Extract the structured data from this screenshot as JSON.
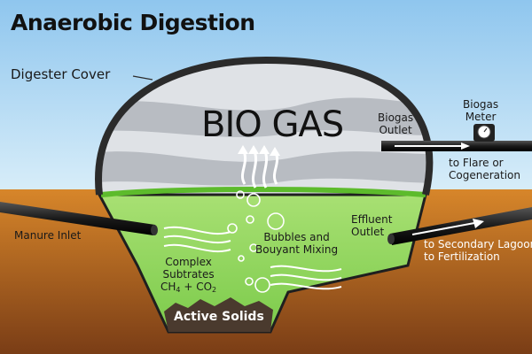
{
  "title": "Anaerobic Digestion",
  "labels": {
    "digester_cover": "Digester Cover",
    "bio_gas": "BIO GAS",
    "biogas_meter_line1": "Biogas",
    "biogas_meter_line2": "Meter",
    "biogas_outlet_line1": "Biogas",
    "biogas_outlet_line2": "Outlet",
    "to_flare_line1": "to Flare or",
    "to_flare_line2": "Cogeneration",
    "manure_inlet": "Manure Inlet",
    "effluent_outlet_line1": "Effluent",
    "effluent_outlet_line2": "Outlet",
    "secondary_lagoon_line1": "to Secondary Lagoon",
    "secondary_lagoon_line2": "to Fertilization",
    "bubbles_line1": "Bubbles and",
    "bubbles_line2": "Bouyant Mixing",
    "complex_line1": "Complex",
    "complex_line2": "Subtrates",
    "ch4_base": "CH",
    "ch4_sub": "4",
    "plus": " + ",
    "co2_base": "CO",
    "co2_sub": "2",
    "active_solids": "Active Solids"
  },
  "colors": {
    "sky_top": "#8fc6ee",
    "sky_bottom": "#d9eef9",
    "soil_top": "#d7862a",
    "soil_bottom": "#7a3d16",
    "cover_outline": "#2b2b2b",
    "gas_gray": "#b8bcc2",
    "liquid_green": "#9fdc6a",
    "liquid_surface": "#5dbb2c",
    "solids": "#4a3a2e",
    "pipe": "#1f1f1f"
  }
}
